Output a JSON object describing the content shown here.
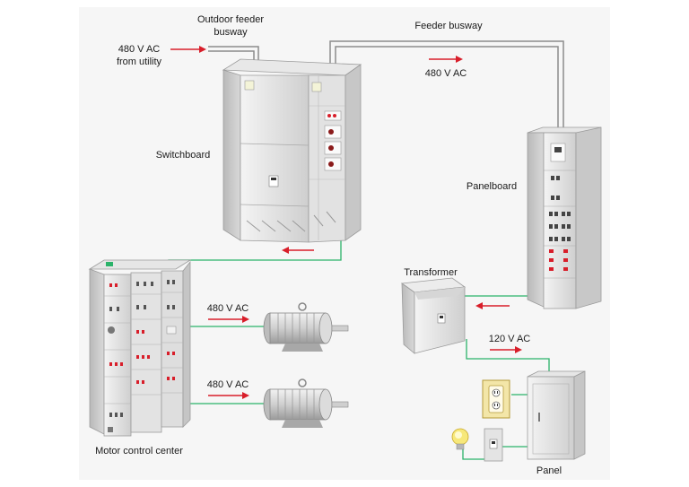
{
  "labels": {
    "utility_line1": "480 V AC",
    "utility_line2": "from utility",
    "outdoor_line1": "Outdoor feeder",
    "outdoor_line2": "busway",
    "feeder_busway": "Feeder busway",
    "feeder_voltage": "480 V AC",
    "switchboard": "Switchboard",
    "panelboard": "Panelboard",
    "transformer": "Transformer",
    "motor1_voltage": "480 V AC",
    "motor2_voltage": "480 V AC",
    "secondary_voltage": "120 V AC",
    "mcc": "Motor control center",
    "panel": "Panel"
  },
  "colors": {
    "background": "#f6f6f6",
    "flow_arrow": "#d81e2a",
    "cable": "#2bb36a",
    "busway": "#8c8c8c",
    "equipment": "#dcdcdc"
  },
  "icons": {
    "motor": "electric-motor-icon",
    "receptacle": "duplex-receptacle-icon",
    "lamp": "light-bulb-icon",
    "switch": "wall-switch-icon"
  }
}
